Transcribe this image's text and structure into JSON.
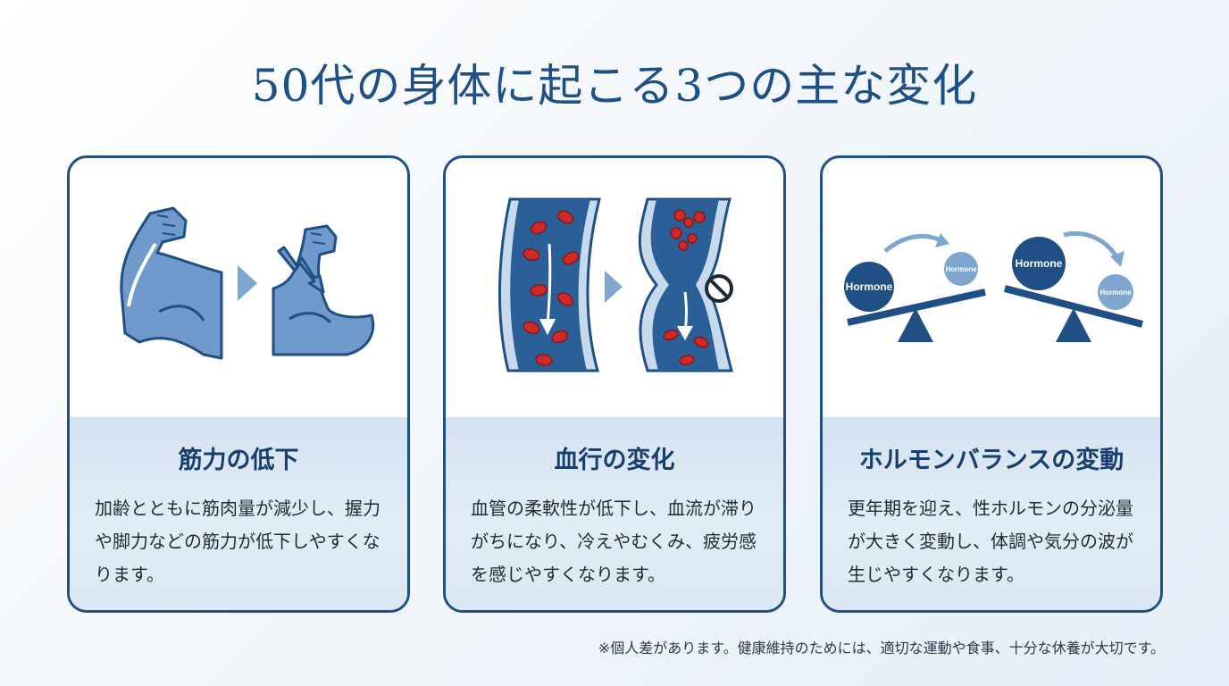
{
  "title": "50代の身体に起こる3つの主な変化",
  "cards": [
    {
      "title": "筋力の低下",
      "desc": "加齢とともに筋肉量が減少し、握力や脚力などの筋力が低下しやすくなります。"
    },
    {
      "title": "血行の変化",
      "desc": "血管の柔軟性が低下し、血流が滞りがちになり、冷えやむくみ、疲労感を感じやすくなります。"
    },
    {
      "title": "ホルモンバランスの変動",
      "desc": "更年期を迎え、性ホルモンの分泌量が大きく変動し、体調や気分の波が生じやすくなります。",
      "hormone_labels": [
        "Hormone",
        "Hormone",
        "Hormone",
        "Hormone"
      ]
    }
  ],
  "footnote": "※個人差があります。健康維持のためには、適切な運動や食事、十分な休養が大切です。",
  "icons": [
    "flexed-arm-icon",
    "weak-arm-icon",
    "down-arrow-icon",
    "blood-vessel-icon",
    "narrowed-vessel-icon",
    "no-entry-icon",
    "seesaw-icon"
  ],
  "colors": {
    "primary": "#1f4f84",
    "title": "#1e4f85",
    "muscle_fill": "#6f9acb",
    "vessel": "#1f5692",
    "blood_cell": "#cf2a2a",
    "panel": "#d9e6f2"
  }
}
